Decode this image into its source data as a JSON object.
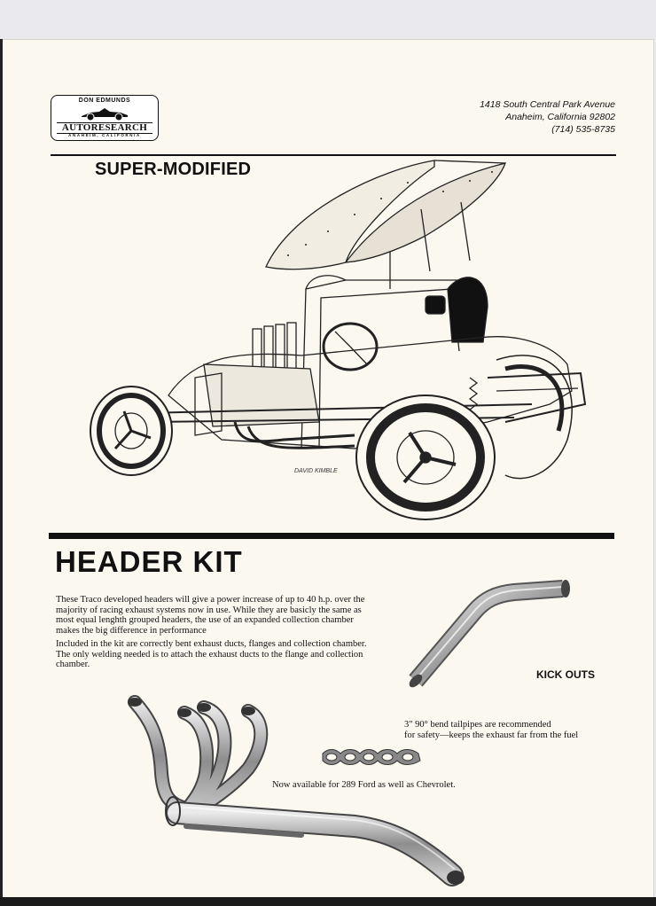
{
  "logo": {
    "top_text": "DON EDMUNDS",
    "brand": "AUTORESEARCH",
    "location": "ANAHEIM, CALIFORNIA"
  },
  "address": {
    "street": "1418 South Central Park Avenue",
    "city": "Anaheim, California 92802",
    "phone": "(714) 535-8735"
  },
  "section1": {
    "title": "SUPER-MODIFIED",
    "illustration_credit": "DAVID KIMBLE"
  },
  "section2": {
    "title": "HEADER KIT",
    "paragraph1": "These Traco developed headers will give a power increase of up to 40 h.p. over the majority of racing exhaust systems now in use. While they are basicly the same as most equal lenghth grouped headers, the use of an expanded collection chamber makes the big difference in performance",
    "paragraph2": "Included in the kit are correctly bent exhaust ducts, flanges and collection chamber. The only welding needed is to attach the exhaust ducts to the flange and collection chamber.",
    "kick_outs_label": "KICK OUTS",
    "tailpipe_note_line1": "3\" 90° bend tailpipes are recommended",
    "tailpipe_note_line2": "for safety—keeps the exhaust far from the fuel",
    "availability": "Now available for 289 Ford as well as Chevrolet."
  }
}
